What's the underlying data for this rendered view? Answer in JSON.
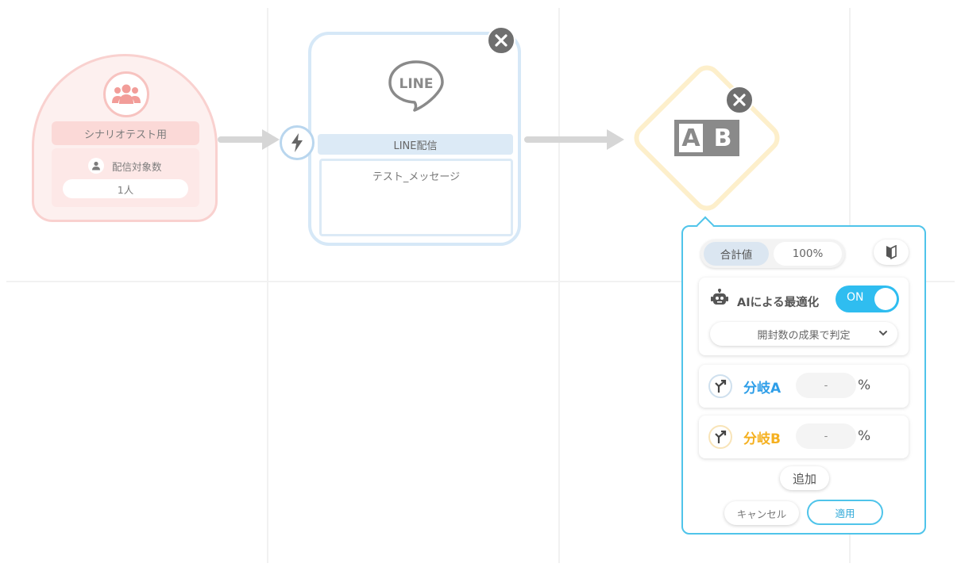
{
  "scenario_node": {
    "title": "シナリオテスト用",
    "audience_label": "配信対象数",
    "audience_count": "1人",
    "icon": "group-icon"
  },
  "trigger": {
    "icon": "lightning-icon"
  },
  "line_node": {
    "logo_text": "LINE",
    "label": "LINE配信",
    "message": "テスト_メッセージ",
    "close_icon": "close-icon"
  },
  "ab_node": {
    "letter_a": "A",
    "letter_b": "B",
    "close_icon": "close-icon"
  },
  "ab_panel": {
    "segment_selected": "合計値",
    "segment_other": "100%",
    "beginner_icon": "beginner-mark-icon",
    "ai_label": "AIによる最適化",
    "ai_toggle": "ON",
    "judge_select": "開封数の成果で判定",
    "branches": [
      {
        "name": "分岐A",
        "value": "-",
        "unit": "%",
        "color": "#2e9ee8"
      },
      {
        "name": "分岐B",
        "value": "-",
        "unit": "%",
        "color": "#f5b01f"
      }
    ],
    "add_label": "追加",
    "cancel_label": "キャンセル",
    "apply_label": "適用"
  },
  "colors": {
    "accent": "#4fc4ea",
    "toggle_on": "#2fbdf0",
    "scenario_border": "#f9c9c7",
    "line_border": "#d6e8f7",
    "ab_border": "#fdefcb"
  }
}
